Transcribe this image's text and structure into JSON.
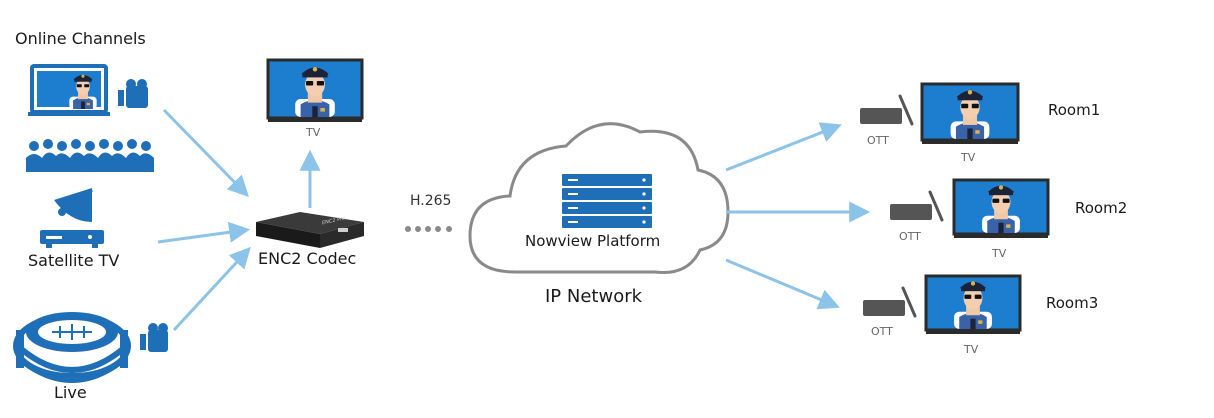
{
  "sources": {
    "online_channels": "Online Channels",
    "satellite_tv": "Satellite TV",
    "live": "Live"
  },
  "encoder": {
    "label": "ENC2 Codec",
    "device_text": "ENC2 Pro"
  },
  "monitor_tv": "TV",
  "protocol": "H.265",
  "platform": {
    "label": "Nowview Platform",
    "network": "IP Network"
  },
  "rooms": [
    {
      "name": "Room1",
      "box": "OTT",
      "tv": "TV"
    },
    {
      "name": "Room2",
      "box": "OTT",
      "tv": "TV"
    },
    {
      "name": "Room3",
      "box": "OTT",
      "tv": "TV"
    }
  ],
  "colors": {
    "brand_blue": "#1e6fb8",
    "screen_blue": "#1d7ed0",
    "arrow_blue": "#8cc3e8",
    "cloud_stroke": "#8a8a8a",
    "device_gray": "#555555"
  },
  "icons": [
    "video-camera-icon",
    "audience-icon",
    "satellite-dish-icon",
    "stadium-icon",
    "server-rack-icon",
    "cloud-icon",
    "tv-icon",
    "ott-box-icon"
  ]
}
